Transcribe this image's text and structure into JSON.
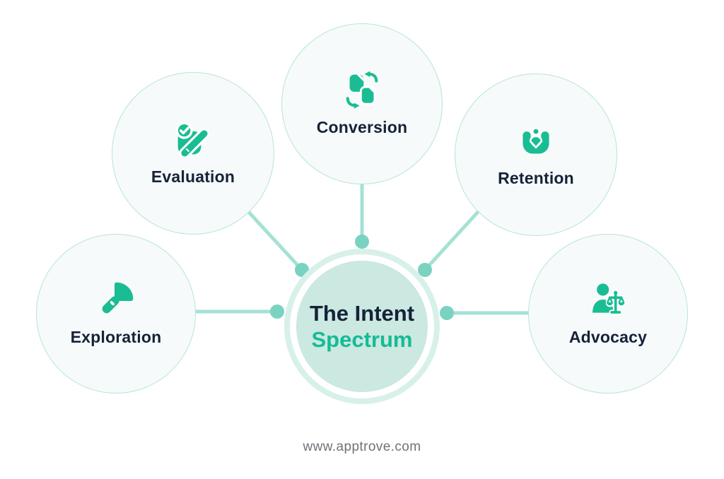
{
  "center": {
    "line1": "The Intent",
    "line2": "Spectrum"
  },
  "nodes": [
    {
      "label": "Evaluation",
      "icon": "checkmark-pen-icon"
    },
    {
      "label": "Conversion",
      "icon": "file-transfer-icon"
    },
    {
      "label": "Retention",
      "icon": "hands-holding-person-icon"
    },
    {
      "label": "Exploration",
      "icon": "flashlight-icon"
    },
    {
      "label": "Advocacy",
      "icon": "person-with-scale-icon"
    }
  ],
  "footer": {
    "url": "www.apptrove.com"
  },
  "theme": {
    "green": "#1abd93",
    "navy": "#152238",
    "teal-text": "#14bc96",
    "line": "#a5e1d5",
    "dot": "#7ad2c0",
    "circle-border": "#b5e5d8",
    "circle-fill": "#f7fafa",
    "ring": "#d8f0ea",
    "center-fill": "#cbe8e1",
    "footer-gray": "#71717a"
  }
}
